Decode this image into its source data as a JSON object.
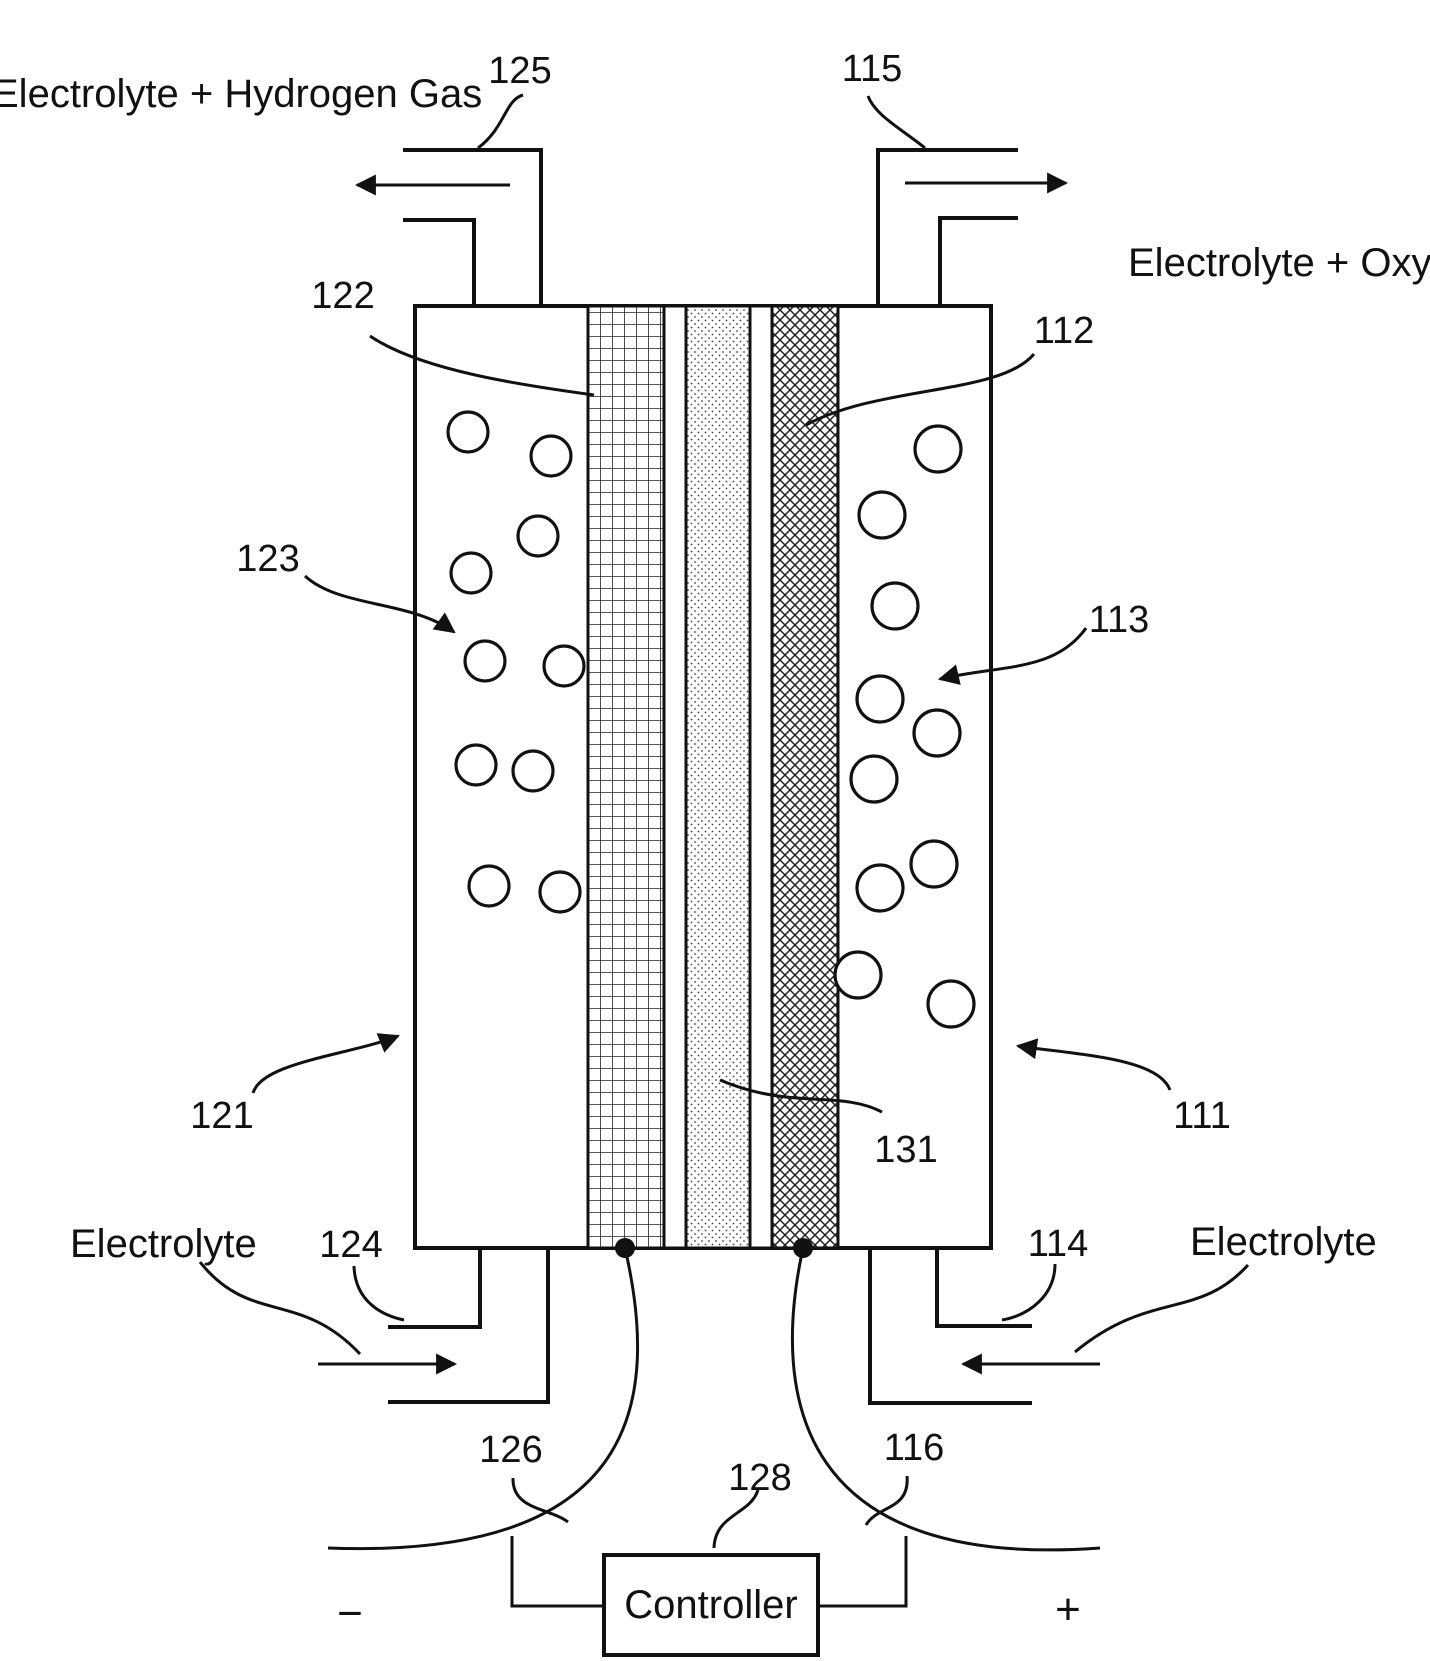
{
  "labels": {
    "top_left_flow": "Electrolyte + Hydrogen Gas",
    "top_right_flow": "Electrolyte + Oxygen",
    "bottom_left_flow": "Electrolyte",
    "bottom_right_flow": "Electrolyte",
    "controller": "Controller",
    "minus": "−",
    "plus": "+"
  },
  "refs": {
    "r125": "125",
    "r115": "115",
    "r122": "122",
    "r112": "112",
    "r123": "123",
    "r113": "113",
    "r121": "121",
    "r111": "111",
    "r131": "131",
    "r124": "124",
    "r114": "114",
    "r126": "126",
    "r116": "116",
    "r128": "128"
  }
}
